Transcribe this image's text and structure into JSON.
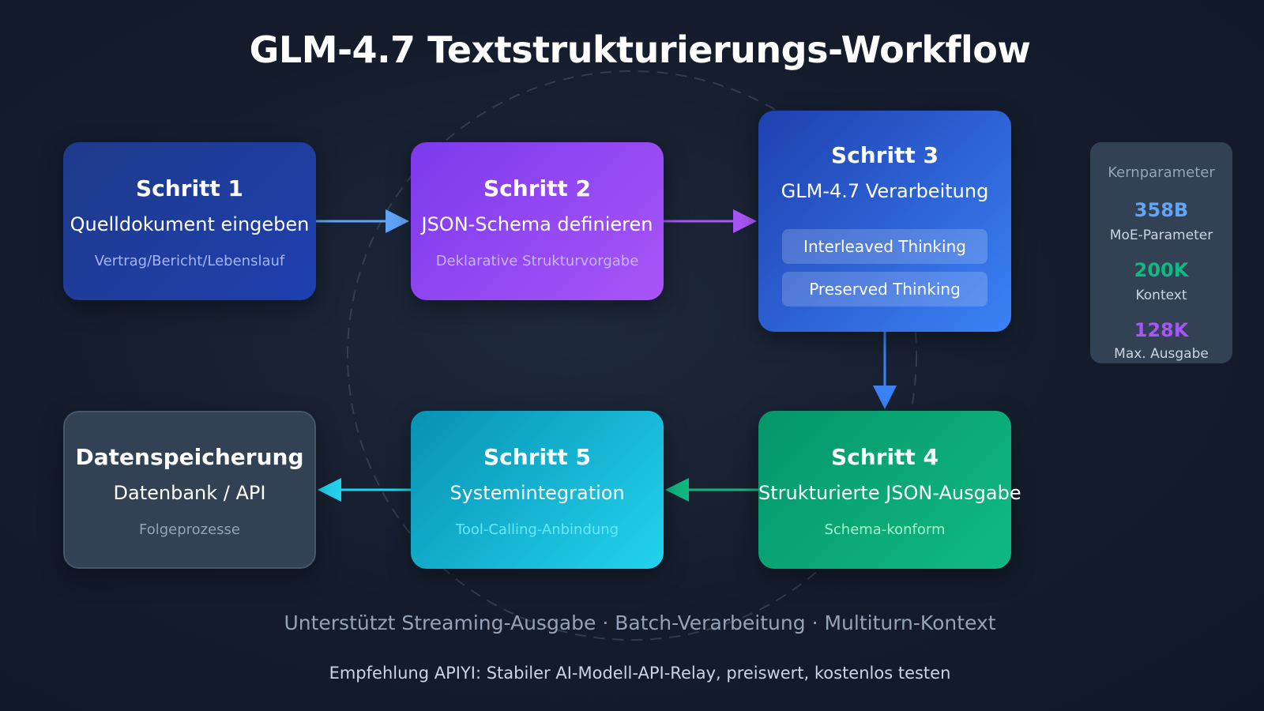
{
  "title": "GLM-4.7 Textstrukturierungs-Workflow",
  "steps": {
    "step1": {
      "heading": "Schritt 1",
      "subtitle": "Quelldokument eingeben",
      "detail": "Vertrag/Bericht/Lebenslauf"
    },
    "step2": {
      "heading": "Schritt 2",
      "subtitle": "JSON-Schema definieren",
      "detail": "Deklarative Strukturvorgabe"
    },
    "step3": {
      "heading": "Schritt 3",
      "subtitle": "GLM-4.7 Verarbeitung",
      "features": [
        "Interleaved Thinking",
        "Preserved Thinking"
      ]
    },
    "step4": {
      "heading": "Schritt 4",
      "subtitle": "Strukturierte JSON-Ausgabe",
      "detail": "Schema-konform"
    },
    "step5": {
      "heading": "Schritt 5",
      "subtitle": "Systemintegration",
      "detail": "Tool-Calling-Anbindung"
    },
    "storage": {
      "heading": "Datenspeicherung",
      "subtitle": "Datenbank / API",
      "detail": "Folgeprozesse"
    }
  },
  "params": {
    "title": "Kernparameter",
    "items": [
      {
        "value": "358B",
        "label": "MoE-Parameter",
        "color": "#60a5fa"
      },
      {
        "value": "200K",
        "label": "Kontext",
        "color": "#10b981"
      },
      {
        "value": "128K",
        "label": "Max. Ausgabe",
        "color": "#a855f7"
      }
    ]
  },
  "footer": {
    "features": "Unterstützt Streaming-Ausgabe · Batch-Verarbeitung · Multiturn-Kontext",
    "promo": "Empfehlung APIYI: Stabiler AI-Modell-API-Relay, preiswert, kostenlos testen"
  },
  "colors": {
    "arrow1": "#60a5fa",
    "arrow2": "#a855f7",
    "arrow3": "#3b82f6",
    "arrow4": "#10b981",
    "arrow5": "#22d3ee"
  }
}
